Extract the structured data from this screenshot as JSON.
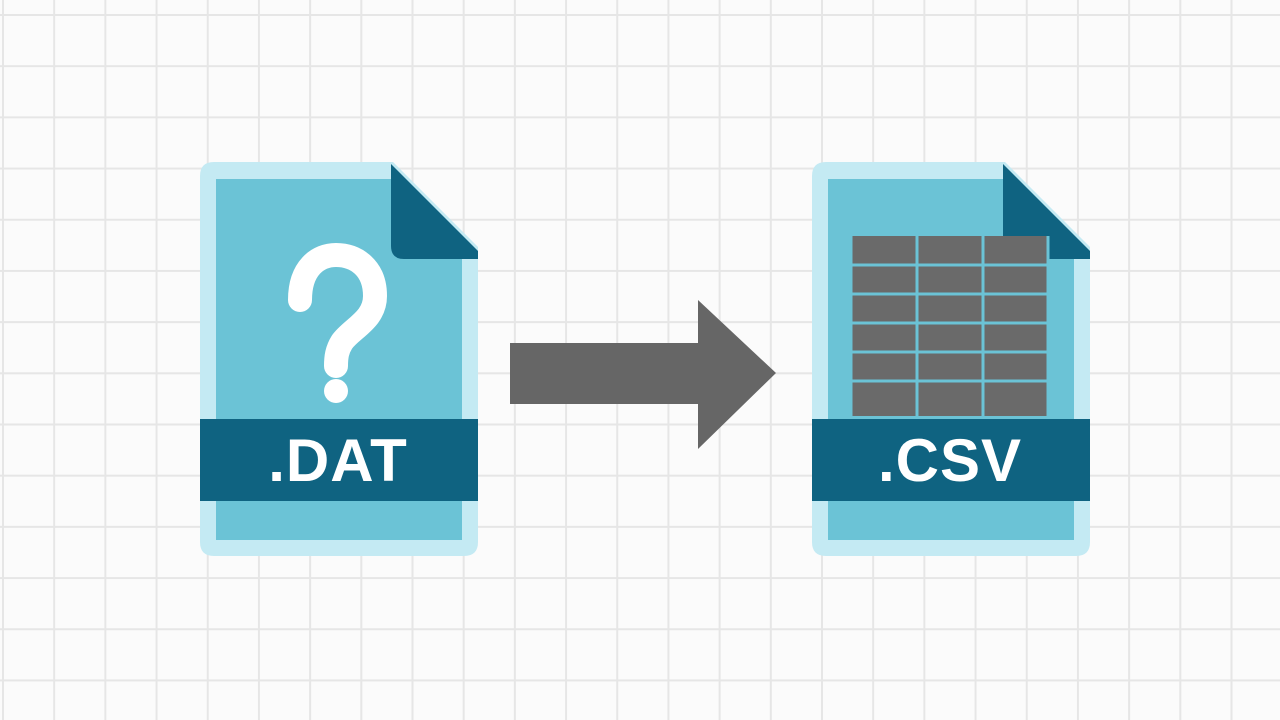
{
  "diagram": {
    "source_file": {
      "extension": ".DAT",
      "icon": "question-mark-icon"
    },
    "target_file": {
      "extension": ".CSV",
      "icon": "table-grid-icon"
    },
    "connector": {
      "icon": "arrow-right-icon",
      "direction": "right"
    },
    "colors": {
      "file_border": "#c4eaf3",
      "file_body": "#6bc3d6",
      "file_accent": "#0f6381",
      "arrow": "#666666",
      "table_cells": "#6a6a6a",
      "table_lines": "#6bc3d6",
      "grid_lines": "#e6e6e6",
      "background": "#fbfbfb"
    }
  }
}
